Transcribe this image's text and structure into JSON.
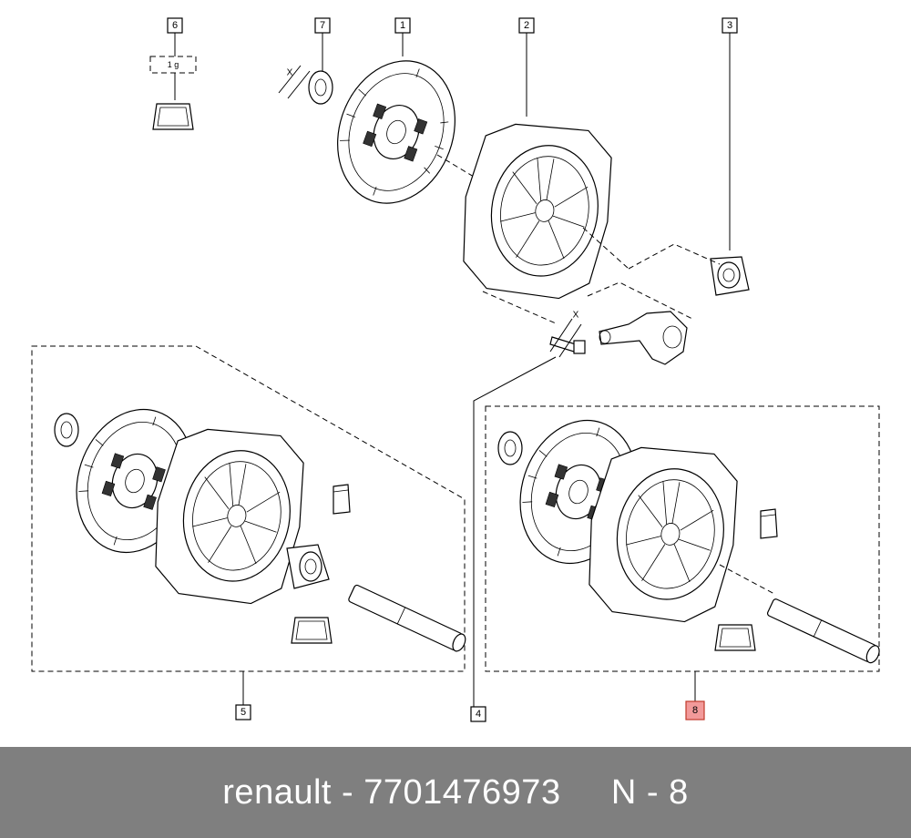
{
  "labels": {
    "l1": "1",
    "l2": "2",
    "l3": "3",
    "l4": "4",
    "l5": "5",
    "l6": "6",
    "l7": "7",
    "l8": "8"
  },
  "annotations": {
    "grease_qty": "1 g",
    "dim_x1": "X",
    "dim_x2": "X"
  },
  "footer": {
    "text": "renault - 7701476973     N - 8"
  },
  "colors": {
    "footer_bg": "#7f7f7f",
    "highlight": "#f29a9a"
  }
}
